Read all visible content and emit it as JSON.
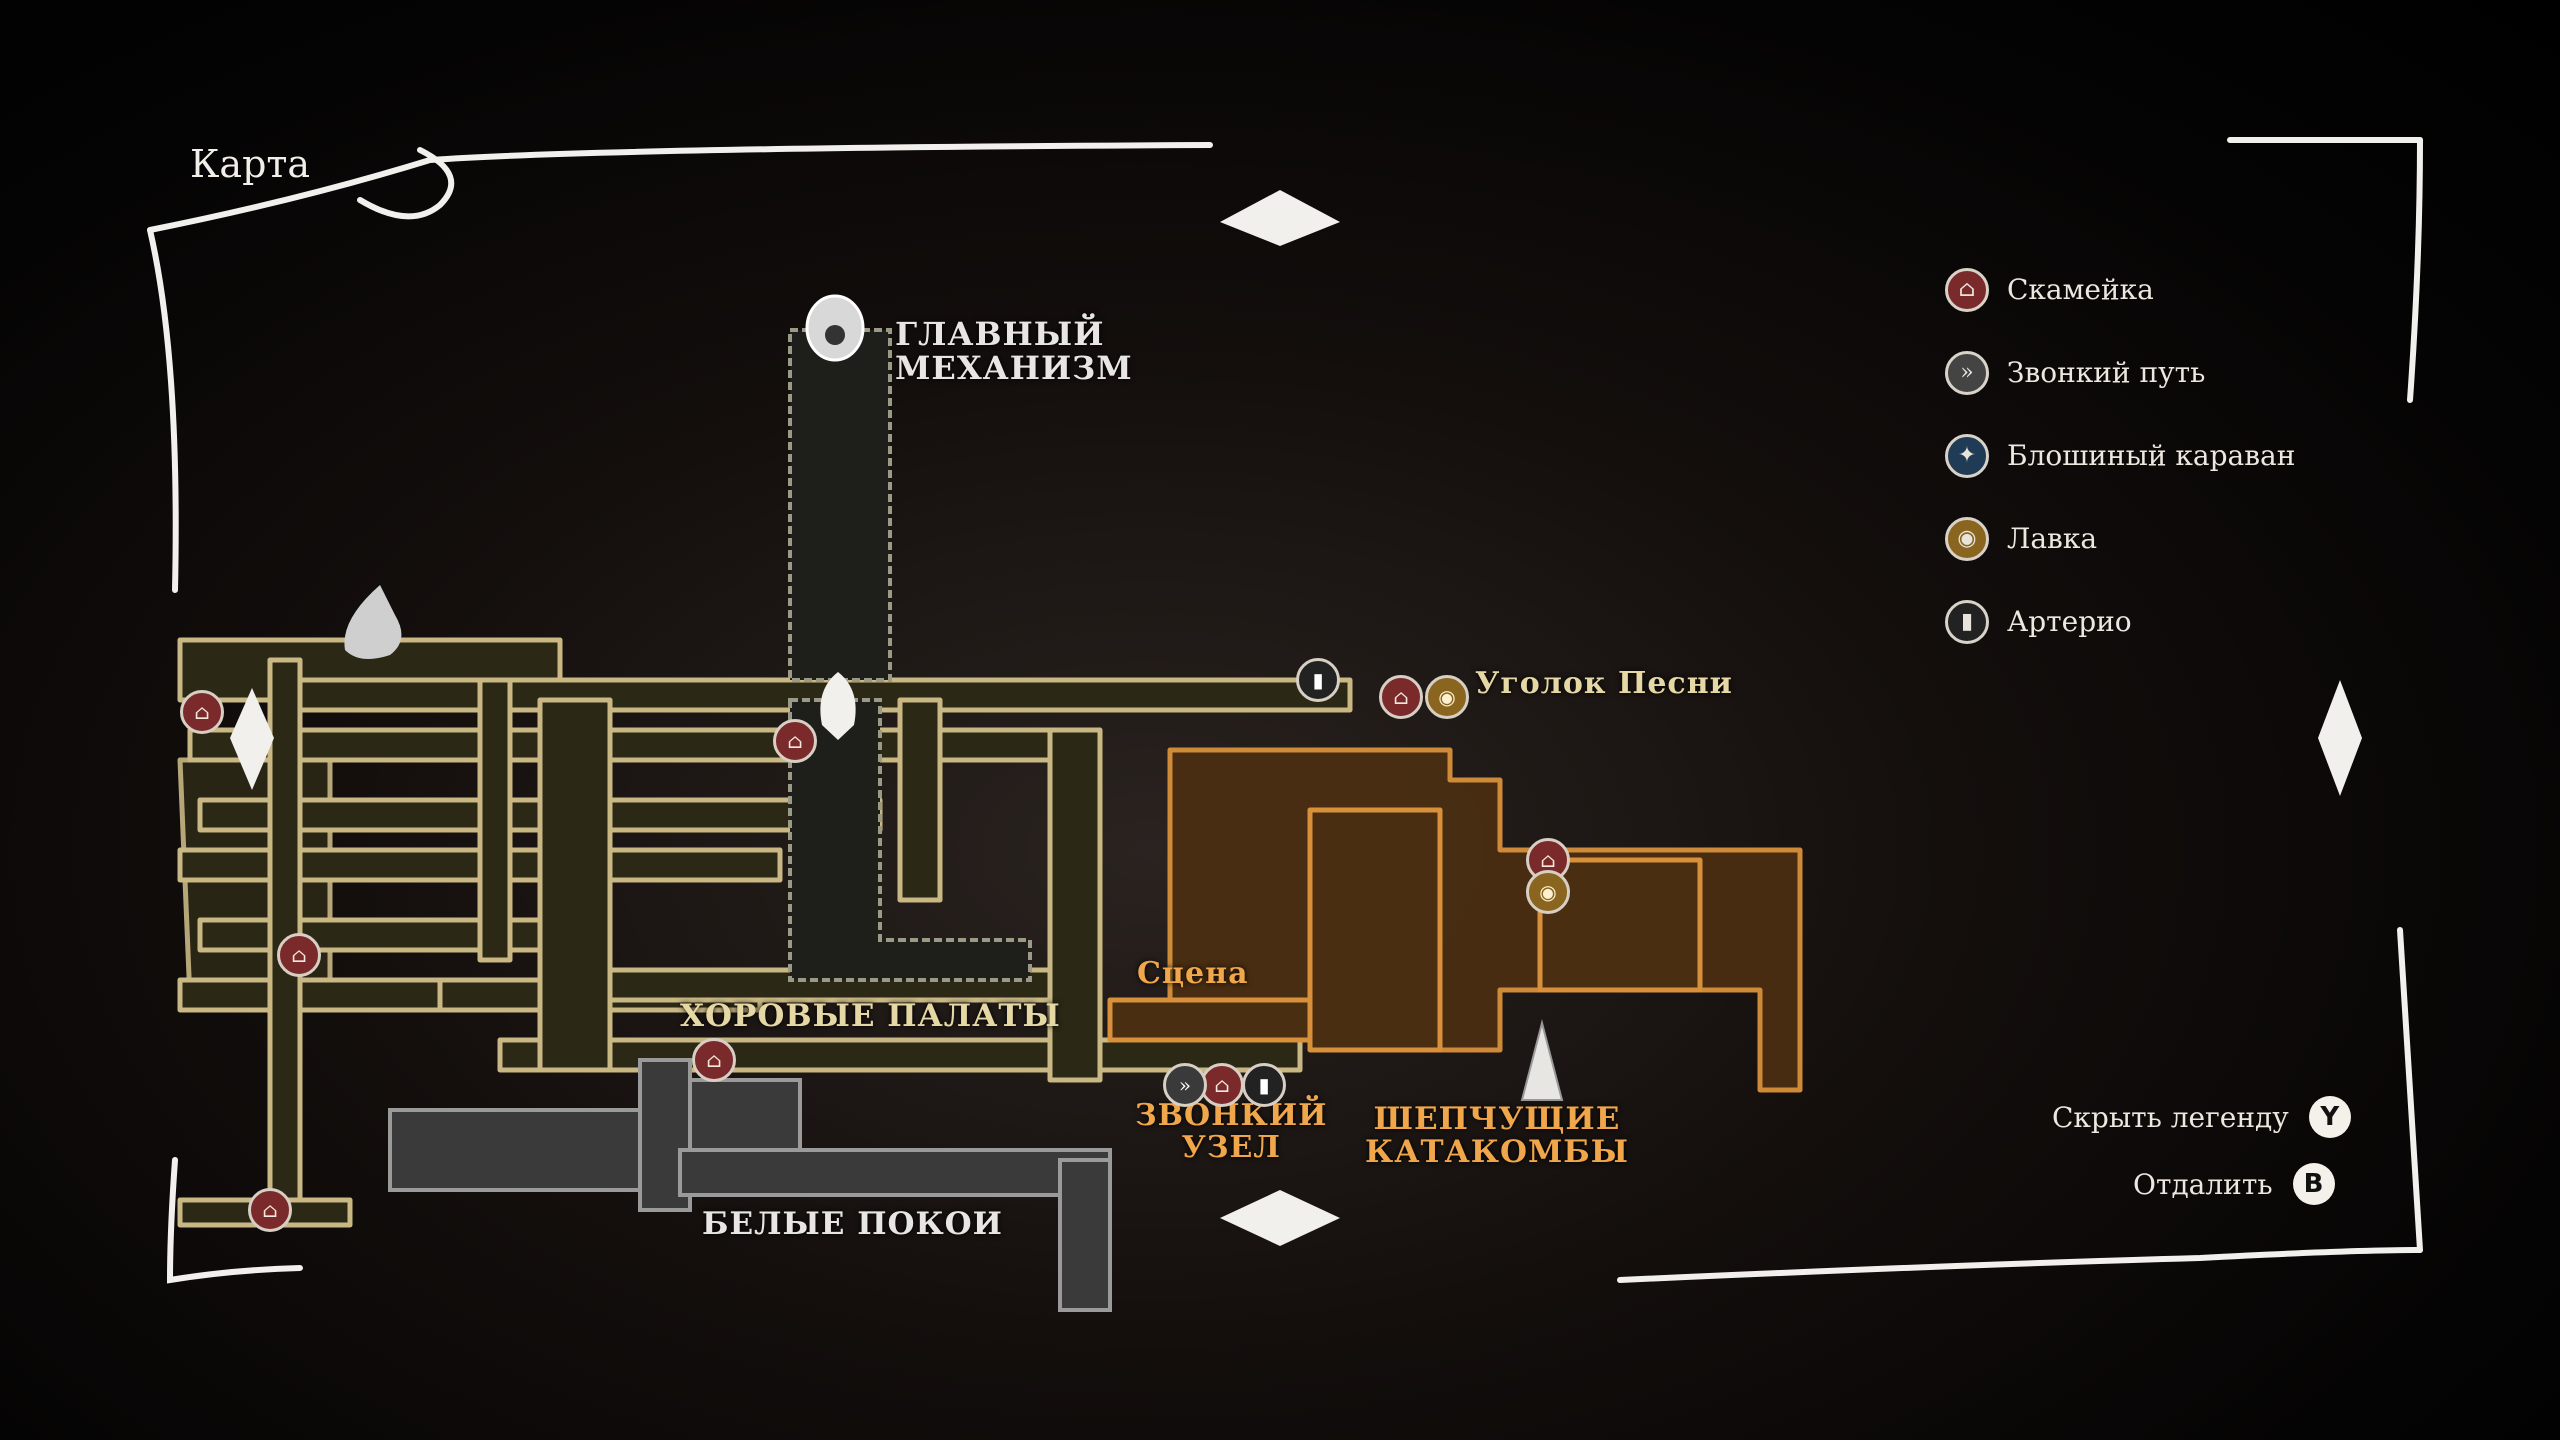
{
  "title": "Карта",
  "legend": [
    {
      "icon": "bench-icon",
      "label": "Скамейка",
      "color": "#7a2a2a",
      "glyph": "⌂"
    },
    {
      "icon": "bell-path-icon",
      "label": "Звонкий путь",
      "color": "#444444",
      "glyph": "»"
    },
    {
      "icon": "flea-caravan-icon",
      "label": "Блошиный караван",
      "color": "#1f3b55",
      "glyph": "✦"
    },
    {
      "icon": "shop-icon",
      "label": "Лавка",
      "color": "#8a6520",
      "glyph": "◉"
    },
    {
      "icon": "arterio-icon",
      "label": "Артерио",
      "color": "#222222",
      "glyph": "▮"
    }
  ],
  "places": {
    "main_mechanism": "ГЛАВНЫЙ\nМЕХАНИЗМ",
    "song_corner": "Уголок Песни",
    "stage": "Сцена",
    "choir_chambers": "ХОРОВЫЕ ПАЛАТЫ",
    "bell_node": "ЗВОНКИЙ\nУЗЕЛ",
    "whispering_catacombs": "ШЕПЧУЩИЕ\nКАТАКОМБЫ",
    "white_rooms": "БЕЛЫЕ ПОКОИ"
  },
  "controls": {
    "hide_legend_label": "Скрыть легенду",
    "hide_legend_key": "Y",
    "zoom_out_label": "Отдалить",
    "zoom_out_key": "B"
  },
  "colors": {
    "gold_region": "#c9b884",
    "orange_region": "#d8913a",
    "grey_region": "#8a8a8a",
    "frame": "#f2f0ec"
  }
}
